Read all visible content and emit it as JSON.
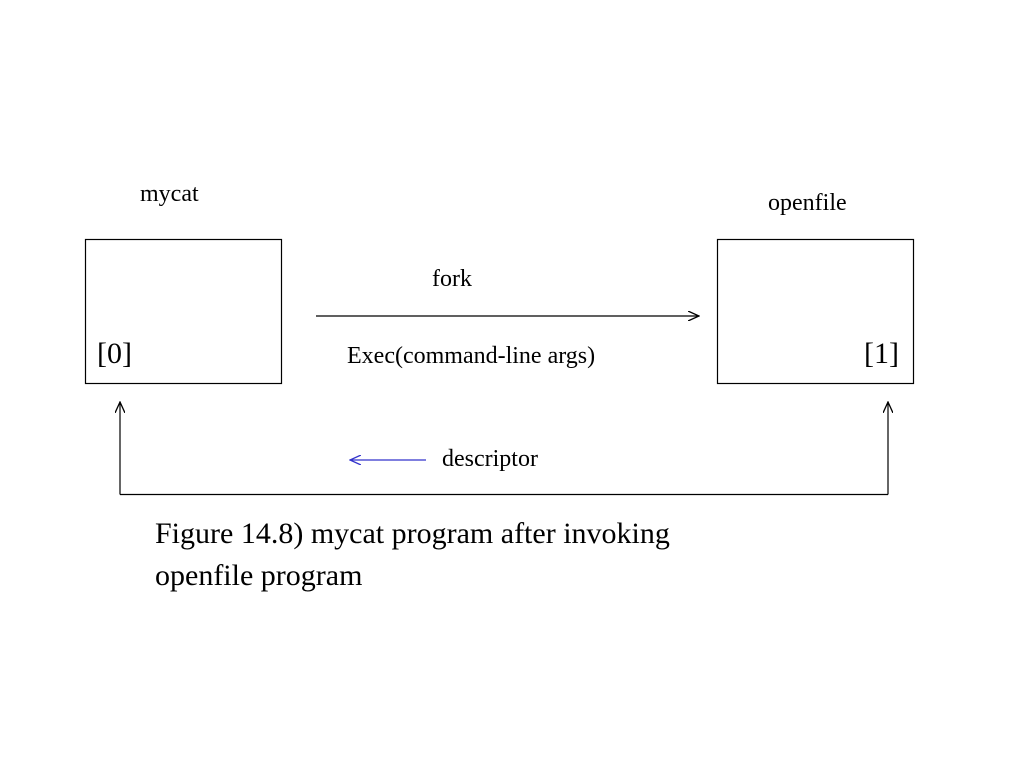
{
  "diagram": {
    "left_process": {
      "name": "mycat",
      "descriptor_index": "[0]"
    },
    "right_process": {
      "name": "openfile",
      "descriptor_index": "[1]"
    },
    "forward_arrow": {
      "label_above": "fork",
      "label_below": "Exec(command-line args)"
    },
    "return_path": {
      "label": "descriptor",
      "legend_arrow_color": "#3333cc"
    },
    "line_color": "#000000"
  },
  "caption": {
    "line1": "Figure 14.8) mycat program after invoking",
    "line2": "openfile program"
  }
}
